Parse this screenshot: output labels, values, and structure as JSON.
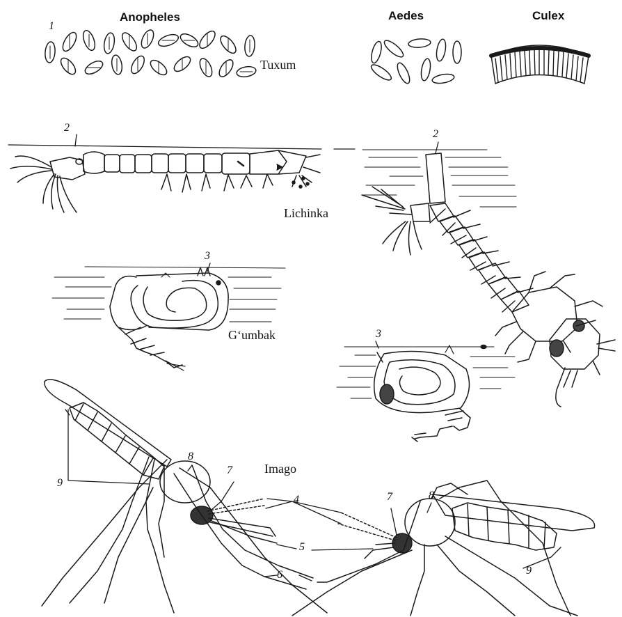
{
  "figure": {
    "egg_headers": {
      "anopheles": "Anopheles",
      "aedes": "Aedes",
      "culex": "Culex"
    },
    "stage_labels": {
      "egg": "Tuxum",
      "larva": "Lichinka",
      "pupa": "G‘umbak",
      "adult": "Imago"
    },
    "part_numbers": [
      "1",
      "2",
      "2",
      "3",
      "3",
      "4",
      "5",
      "6",
      "7",
      "7",
      "8",
      "8",
      "9",
      "9"
    ]
  }
}
